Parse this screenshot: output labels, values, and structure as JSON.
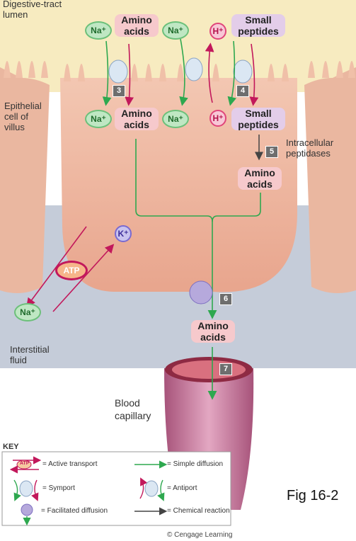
{
  "labels": {
    "lumen": "Digestive-tract\nlumen",
    "epithelial": "Epithelial\ncell of\nvillus",
    "intracellular": "Intracellular\npeptidases",
    "interstitial": "Interstitial\nfluid",
    "capillary": "Blood\ncapillary",
    "fig": "Fig 16-2",
    "credit": "© Cengage Learning"
  },
  "molecules": {
    "amino_acids": "Amino\nacids",
    "small_peptides": "Small\npeptides",
    "na": "Na⁺",
    "h": "H⁺",
    "k": "K⁺",
    "atp": "ATP"
  },
  "steps": [
    "3",
    "4",
    "5",
    "6",
    "7"
  ],
  "key": {
    "title": "KEY",
    "active": "= Active transport",
    "symport": "= Symport",
    "facilitated": "= Facilitated diffusion",
    "simple": "= Simple diffusion",
    "antiport": "= Antiport",
    "chemical": "= Chemical reaction",
    "atp_icon": "ATP"
  },
  "colors": {
    "lumen_bg": "#f7ebc0",
    "cell": "#f6c4a9",
    "interstitial": "#c7cedb",
    "simple_diffusion": "#2ea84f",
    "active_transport": "#c2185b"
  }
}
